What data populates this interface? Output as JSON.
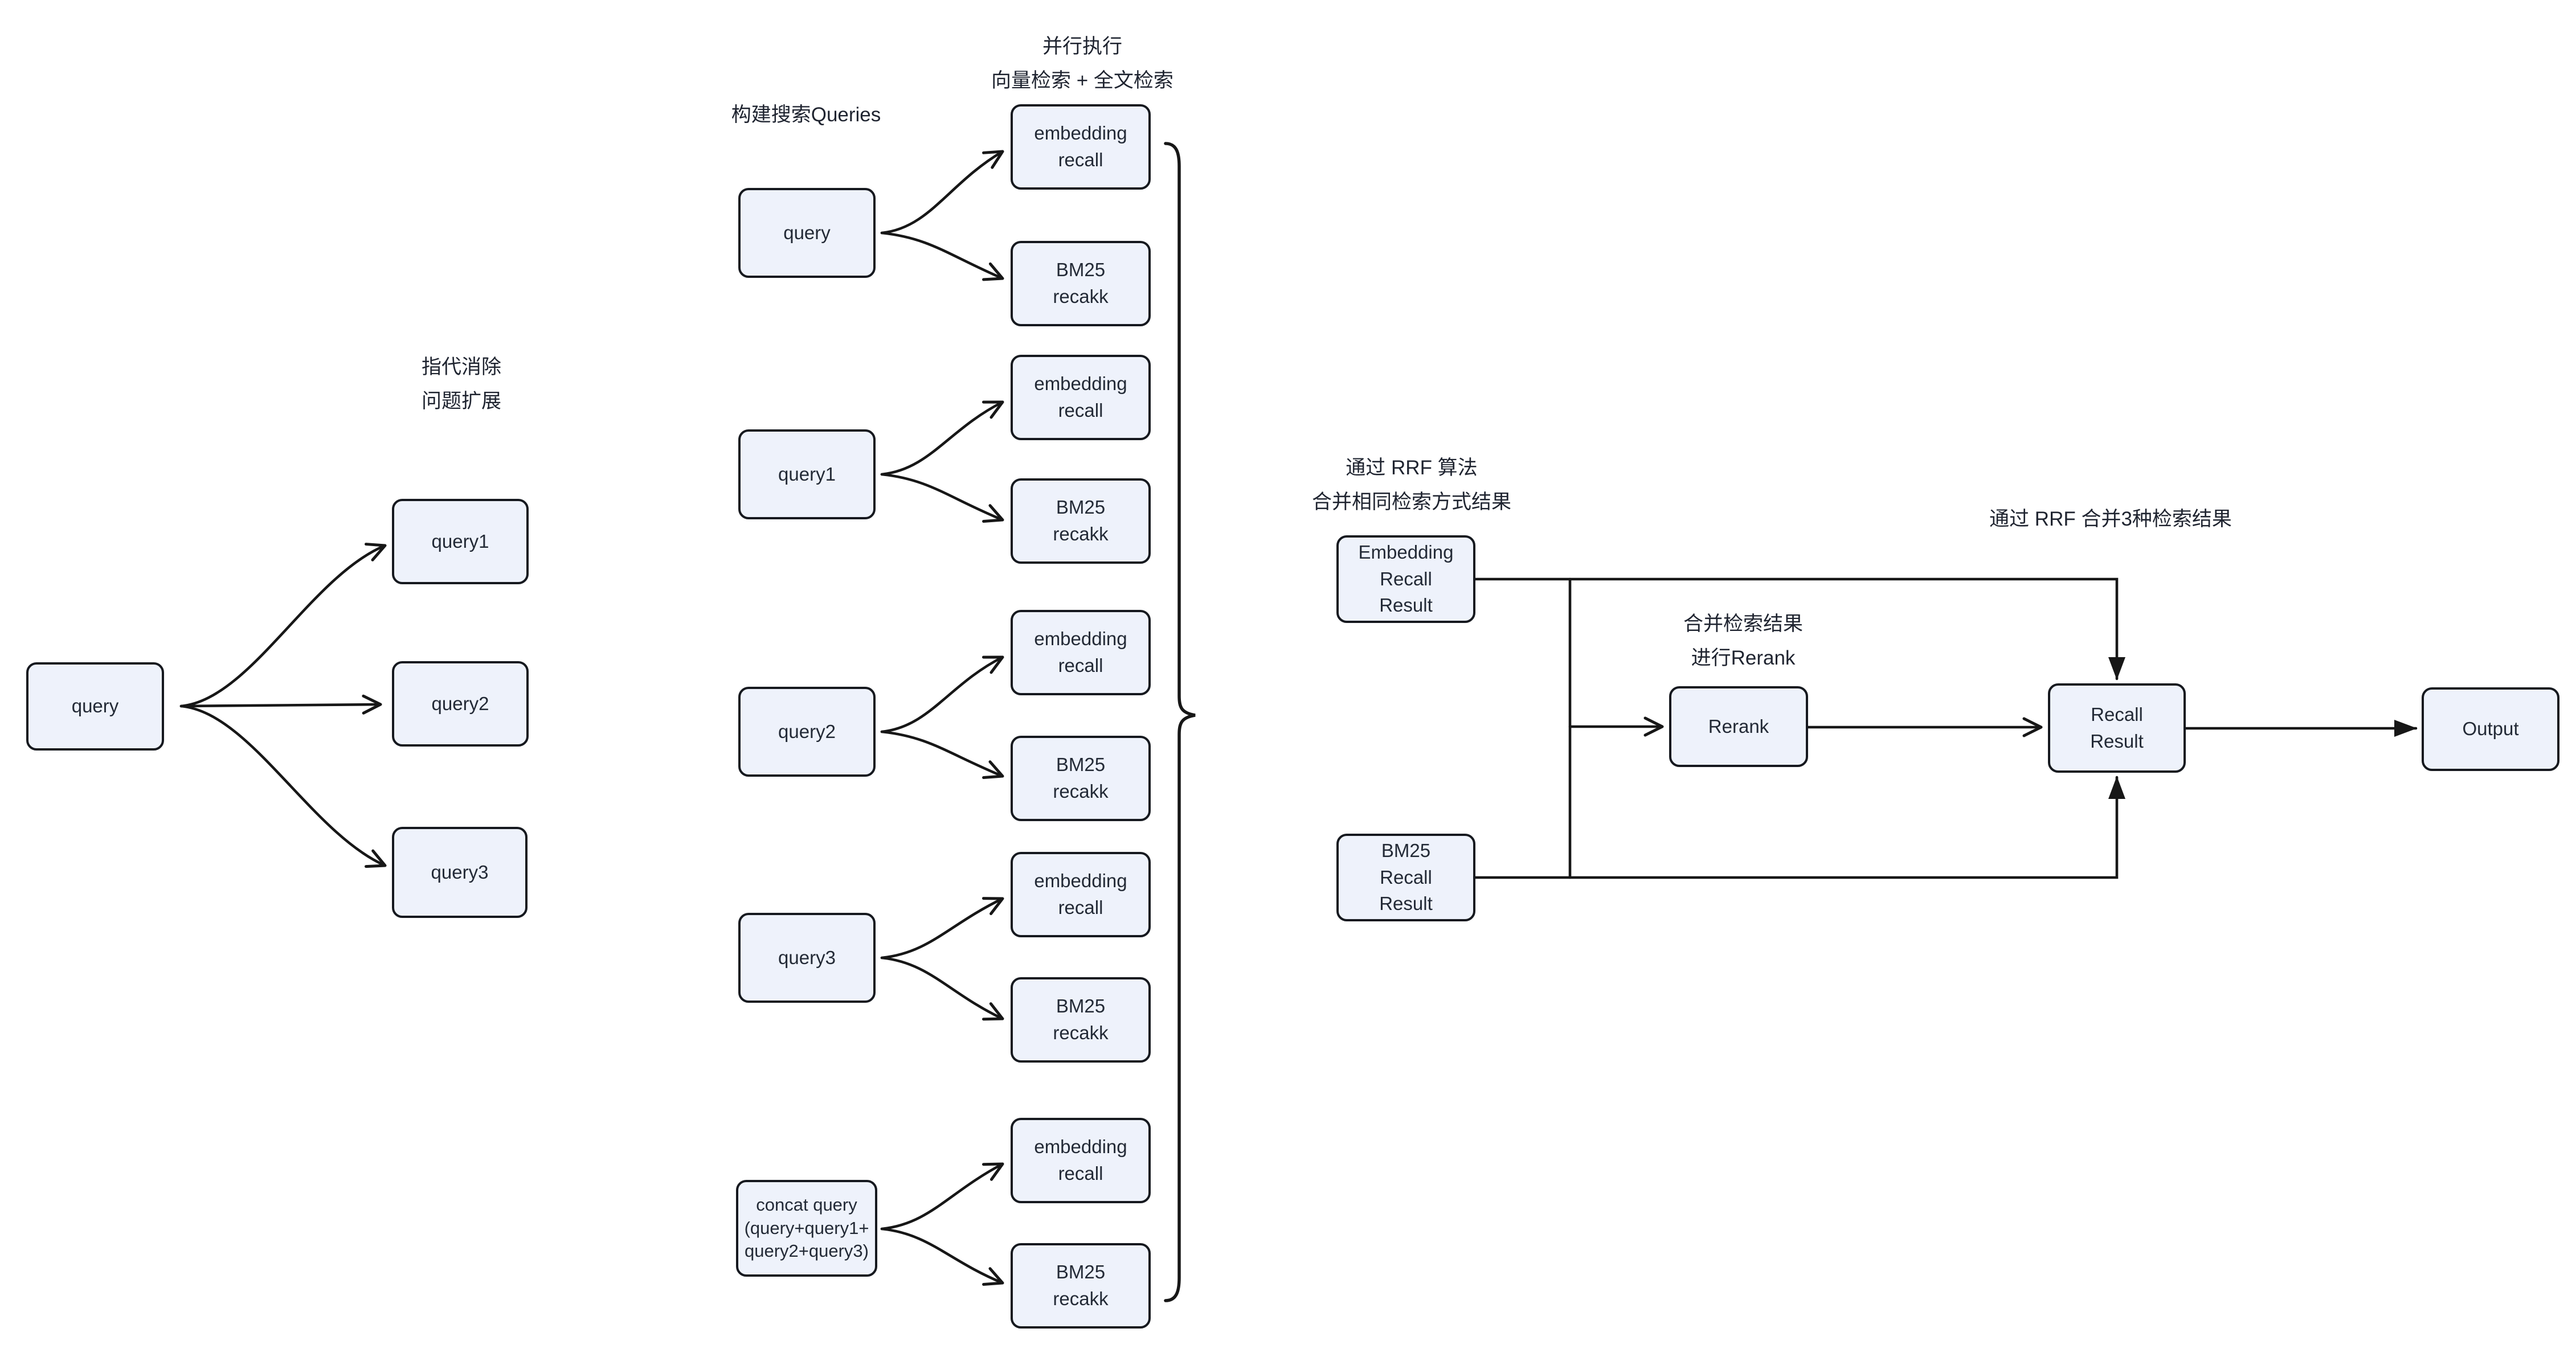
{
  "diagram": {
    "kind": "flowchart",
    "background": "#ffffff"
  },
  "colors": {
    "node_fill": "#eef2fb",
    "node_border": "#16191f",
    "line_color": "#171717",
    "text_color": "#232a36"
  },
  "labels": {
    "left_cluster": [
      "指代消除",
      "问题扩展"
    ],
    "build_queries": "构建搜索Queries",
    "parallel": [
      "并行执行",
      "向量检索 + 全文检索"
    ],
    "rrf_merge_same": [
      "通过 RRF 算法",
      "合并相同检索方式结果"
    ],
    "merge_rerank": [
      "合并检索结果",
      "进行Rerank"
    ],
    "rrf_merge_3": "通过 RRF 合并3种检索结果"
  },
  "nodes": {
    "query_source": {
      "label": "query"
    },
    "query1": {
      "label": "query1"
    },
    "query2": {
      "label": "query2"
    },
    "query3": {
      "label": "query3"
    },
    "concat_query": {
      "lines": [
        "concat query",
        "(query+query1+",
        "query2+query3)"
      ]
    },
    "embedding_recall": {
      "lines": [
        "embedding",
        "recall"
      ]
    },
    "bm25_recall": {
      "lines": [
        "BM25",
        "recakk"
      ]
    },
    "embedding_recall_result": {
      "lines": [
        "Embedding",
        "Recall",
        "Result"
      ]
    },
    "bm25_recall_result": {
      "lines": [
        "BM25",
        "Recall",
        "Result"
      ]
    },
    "rerank": {
      "label": "Rerank"
    },
    "recall_result": {
      "lines": [
        "Recall",
        "Result"
      ]
    },
    "output": {
      "label": "Output"
    }
  }
}
